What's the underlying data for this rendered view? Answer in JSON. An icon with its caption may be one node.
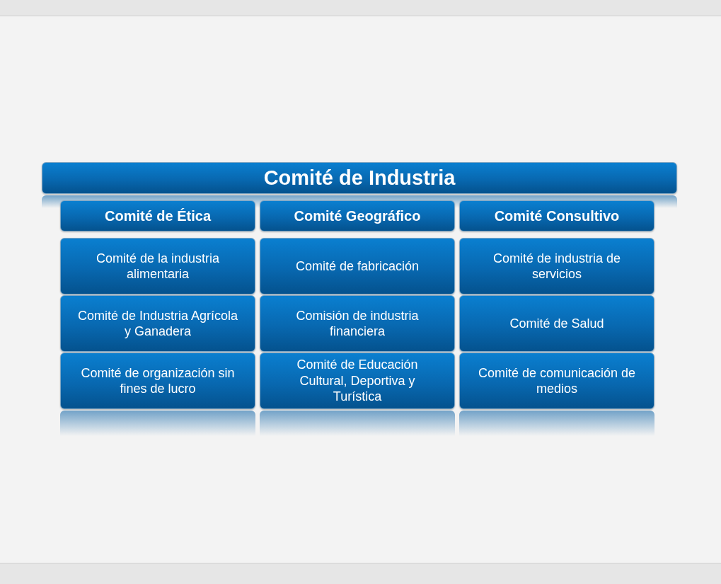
{
  "diagram": {
    "nodes": [
      {
        "text": [
          "Comité de Industria"
        ]
      },
      {
        "text": [
          "Comité de Ética"
        ]
      },
      {
        "text": [
          "Comité Geográfico"
        ]
      },
      {
        "text": [
          "Comité Consultivo"
        ]
      },
      {
        "text": [
          "Comité de la industria alimentaria"
        ]
      },
      {
        "text": [
          "Comité de fabricación"
        ]
      },
      {
        "text": [
          "Comité de industria de servicios"
        ]
      },
      {
        "text": [
          "Comité de Industria Agrícola y Ganadera"
        ]
      },
      {
        "text": [
          "Comisión de industria financiera"
        ]
      },
      {
        "text": [
          "Comité de Salud"
        ]
      },
      {
        "text": [
          "Comité de organización sin fines de lucro"
        ]
      },
      {
        "text": [
          "Comité de Educación Cultural, Deportiva y Turística"
        ]
      },
      {
        "text": [
          "Comité de comunicación de medios"
        ]
      }
    ]
  }
}
